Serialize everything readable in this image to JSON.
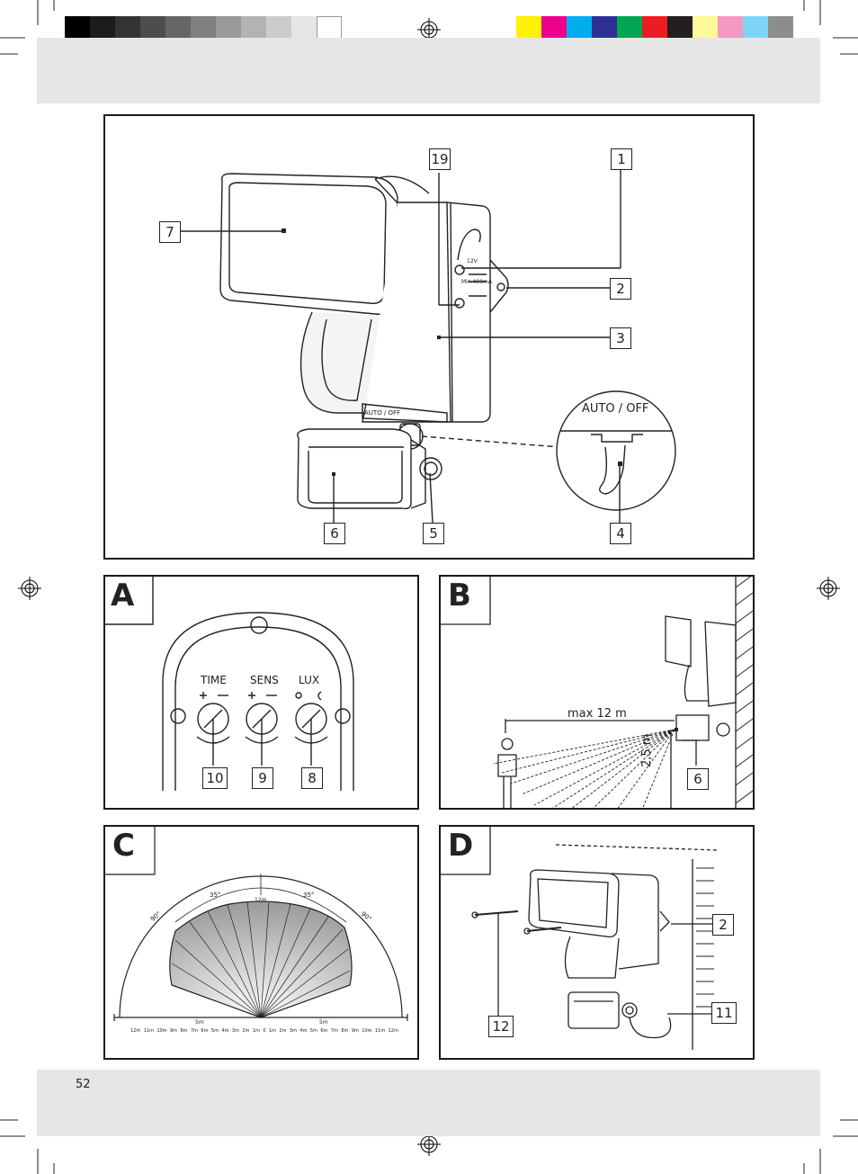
{
  "page": {
    "number": "52"
  },
  "colors": {
    "grays": [
      "#000000",
      "#1c1c1c",
      "#333333",
      "#4d4d4d",
      "#666666",
      "#808080",
      "#999999",
      "#b3b3b3",
      "#cccccc",
      "#e6e6e6",
      "#ffffff"
    ],
    "process": [
      "#fff200",
      "#ec008c",
      "#00aeef",
      "#2e3192",
      "#00a651",
      "#ed1c24",
      "#231f20",
      "#fff799",
      "#f49ac1",
      "#7fd4f6",
      "#8d8d8d"
    ],
    "band": "#e6e6e6"
  },
  "main": {
    "callouts": {
      "c19": "19",
      "c1": "1",
      "c7": "7",
      "c2": "2",
      "c3": "3",
      "c6": "6",
      "c5": "5",
      "c4": "4"
    },
    "device_label": "AUTO / OFF",
    "detail_label": "AUTO / OFF",
    "voltage_label": "12V",
    "current_label": "Min.400mA"
  },
  "panel_a": {
    "letter": "A",
    "knob_labels": [
      "TIME",
      "SENS",
      "LUX"
    ],
    "callouts": [
      "10",
      "9",
      "8"
    ]
  },
  "panel_b": {
    "letter": "B",
    "distance_label": "max 12 m",
    "height_label": "2,5 m",
    "callout": "6"
  },
  "panel_c": {
    "letter": "C",
    "angle_labels": [
      "90°",
      "35°",
      "35°",
      "90°"
    ],
    "top_label": "12m",
    "scale_label_left": "5m",
    "scale_label_right": "5m",
    "scale": [
      "12m",
      "11m",
      "10m",
      "9m",
      "8m",
      "7m",
      "6m",
      "5m",
      "4m",
      "3m",
      "2m",
      "1m",
      "0",
      "1m",
      "2m",
      "3m",
      "4m",
      "5m",
      "6m",
      "7m",
      "8m",
      "9m",
      "10m",
      "11m",
      "12m"
    ]
  },
  "panel_d": {
    "letter": "D",
    "callouts": {
      "c2": "2",
      "c11": "11",
      "c12": "12"
    }
  }
}
